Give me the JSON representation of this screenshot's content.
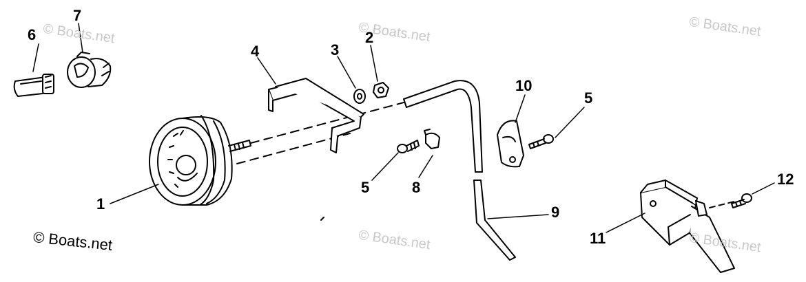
{
  "diagram": {
    "copyright": "© Boats.net",
    "watermark": "© Boats.net",
    "callouts": [
      "1",
      "2",
      "3",
      "4",
      "5",
      "5",
      "6",
      "7",
      "8",
      "9",
      "10",
      "11",
      "12"
    ]
  }
}
